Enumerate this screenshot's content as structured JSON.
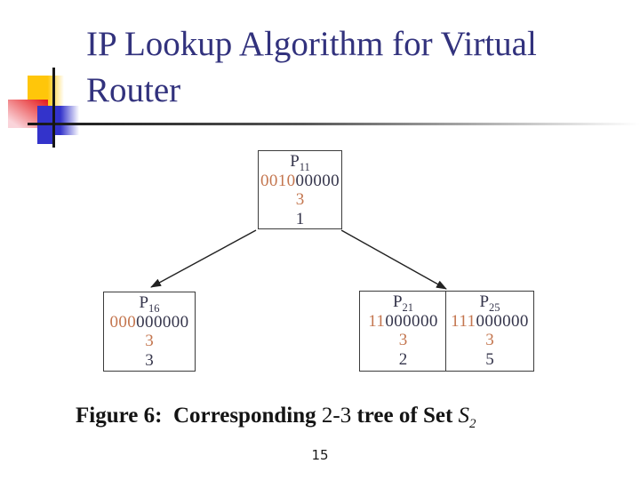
{
  "colors": {
    "title": "#32327d",
    "ink": "#35354b",
    "prefix": "#c4764f",
    "border": "#3c3c3c",
    "edge": "#222222",
    "line": "#161616",
    "deco-yellow": "#ffc60a",
    "deco-red": "#e52222",
    "deco-red-light": "#fad4da",
    "deco-blue": "#3333cb"
  },
  "title": {
    "line1": "IP Lookup Algorithm for Virtual",
    "line2": "Router"
  },
  "page_number": "15",
  "figure": {
    "caption": {
      "label": "Figure 6:",
      "part_bold1": "Corresponding",
      "part_regular": "2-3",
      "part_bold2": "tree of Set",
      "set_symbol": "S",
      "set_subscript": "2"
    },
    "tree": {
      "root": {
        "name": "P",
        "name_sub": "11",
        "bits_prefix": "0010",
        "bits_rest": "00000",
        "length": "3",
        "next_hop": "1"
      },
      "left_child": {
        "name": "P",
        "name_sub": "16",
        "bits_prefix": "000",
        "bits_rest": "000000",
        "length": "3",
        "next_hop": "3"
      },
      "right_child_1": {
        "name": "P",
        "name_sub": "21",
        "bits_prefix": "11",
        "bits_rest": "000000",
        "length": "3",
        "next_hop": "2"
      },
      "right_child_2": {
        "name": "P",
        "name_sub": "25",
        "bits_prefix": "111",
        "bits_rest": "000000",
        "length": "3",
        "next_hop": "5"
      }
    }
  }
}
